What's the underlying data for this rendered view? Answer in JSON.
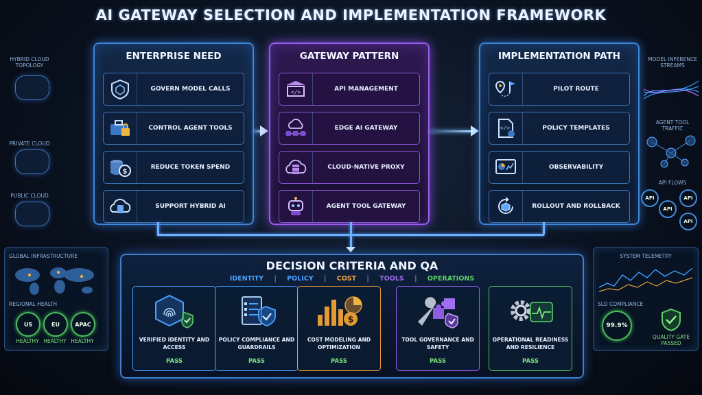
{
  "title": "AI GATEWAY SELECTION AND IMPLEMENTATION FRAMEWORK",
  "left_side": {
    "labels": [
      "HYBRID CLOUD TOPOLOGY",
      "PRIVATE CLOUD",
      "PUBLIC CLOUD"
    ],
    "infra_title": "GLOBAL INFRASTRUCTURE",
    "health_title": "REGIONAL HEALTH",
    "regions": [
      {
        "name": "US",
        "status": "HEALTHY"
      },
      {
        "name": "EU",
        "status": "HEALTHY"
      },
      {
        "name": "APAC",
        "status": "HEALTHY"
      }
    ]
  },
  "right_side": {
    "labels": [
      "MODEL INFERENCE STREAMS",
      "AGENT TOOL TRAFFIC",
      "API FLOWS"
    ],
    "api_label": "API",
    "telemetry_title": "SYSTEM TELEMETRY",
    "slo_title": "SLO COMPLIANCE",
    "slo_value": "99.9%",
    "gate_label": "QUALITY GATE PASSED"
  },
  "columns": [
    {
      "title": "ENTERPRISE NEED",
      "items": [
        {
          "label": "GOVERN MODEL CALLS",
          "icon": "shield-icon"
        },
        {
          "label": "CONTROL AGENT TOOLS",
          "icon": "toolbox-lock-icon"
        },
        {
          "label": "REDUCE TOKEN SPEND",
          "icon": "coins-icon"
        },
        {
          "label": "SUPPORT HYBRID AI",
          "icon": "cloud-building-icon"
        }
      ]
    },
    {
      "title": "GATEWAY PATTERN",
      "items": [
        {
          "label": "API MANAGEMENT",
          "icon": "gateway-code-icon"
        },
        {
          "label": "EDGE AI GATEWAY",
          "icon": "edge-cloud-icon"
        },
        {
          "label": "CLOUD-NATIVE PROXY",
          "icon": "cloud-server-icon"
        },
        {
          "label": "AGENT TOOL GATEWAY",
          "icon": "robot-icon"
        }
      ]
    },
    {
      "title": "IMPLEMENTATION PATH",
      "items": [
        {
          "label": "PILOT ROUTE",
          "icon": "route-flag-icon"
        },
        {
          "label": "POLICY TEMPLATES",
          "icon": "document-code-icon"
        },
        {
          "label": "OBSERVABILITY",
          "icon": "dashboard-icon"
        },
        {
          "label": "ROLLOUT AND ROLLBACK",
          "icon": "cycle-box-icon"
        }
      ]
    }
  ],
  "decision": {
    "title": "DECISION CRITERIA AND QA",
    "categories": [
      {
        "label": "IDENTITY",
        "color": "#4aa3ff"
      },
      {
        "label": "POLICY",
        "color": "#4aa3ff"
      },
      {
        "label": "COST",
        "color": "#f0a640"
      },
      {
        "label": "TOOLS",
        "color": "#a36bf2"
      },
      {
        "label": "OPERATIONS",
        "color": "#5fd06a"
      }
    ],
    "separator": "|",
    "criteria": [
      {
        "label": "VERIFIED IDENTITY AND ACCESS",
        "status": "PASS",
        "border": "#3f9bff",
        "icon": "fingerprint-icon"
      },
      {
        "label": "POLICY COMPLIANCE AND GUARDRAILS",
        "status": "PASS",
        "border": "#3f9bff",
        "icon": "checklist-shield-icon"
      },
      {
        "label": "COST MODELING AND OPTIMIZATION",
        "status": "PASS",
        "border": "#e59a34",
        "icon": "chart-coin-icon"
      },
      {
        "label": "TOOL GOVERNANCE AND SAFETY",
        "status": "PASS",
        "border": "#9a5cf0",
        "icon": "wrench-puzzle-icon"
      },
      {
        "label": "OPERATIONAL READINESS AND RESILIENCE",
        "status": "PASS",
        "border": "#4fc05e",
        "icon": "gear-pulse-icon"
      }
    ]
  }
}
